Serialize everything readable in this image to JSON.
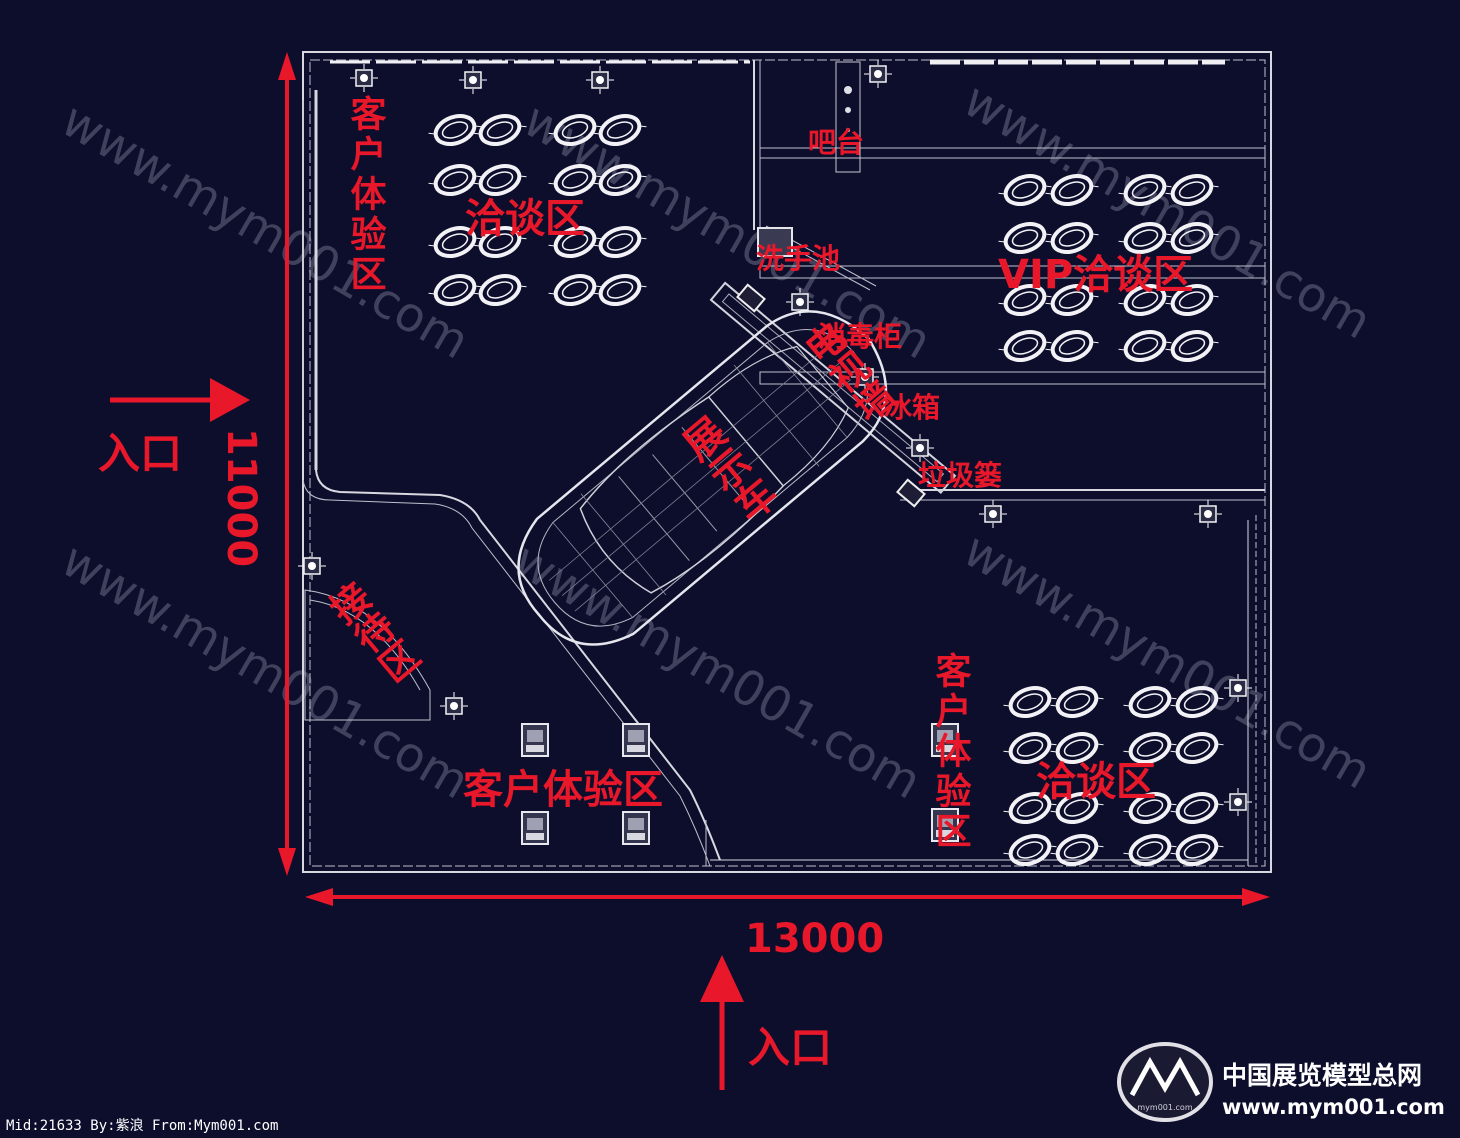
{
  "labels": {
    "exp_tl": "客户体验区",
    "neg_tl": "洽谈区",
    "bar": "吧台",
    "sink": "洗手池",
    "vip": "VIP洽谈区",
    "sterilizer": "消毒柜",
    "tv_wall": "电视墙",
    "fridge": "冰箱",
    "trash": "垃圾篓",
    "car": "展示车",
    "reception": "接待区",
    "exp_bottom": "客户体验区",
    "exp_right": "客户体验区",
    "neg_br": "洽谈区",
    "entrance_left": "入口",
    "entrance_bottom": "入口"
  },
  "dimensions": {
    "height": "11000",
    "width": "13000"
  },
  "watermark": "www.mym001.com",
  "footer": {
    "meta": "Mid:21633 By:紫浪 From:Mym001.com"
  },
  "brand": {
    "name": "中国展览模型总网",
    "url": "www.mym001.com",
    "logo_text": "mym001.com"
  },
  "colors": {
    "background": "#0d0e2c",
    "accent": "#e8182a",
    "linework": "#d8d8e0"
  }
}
